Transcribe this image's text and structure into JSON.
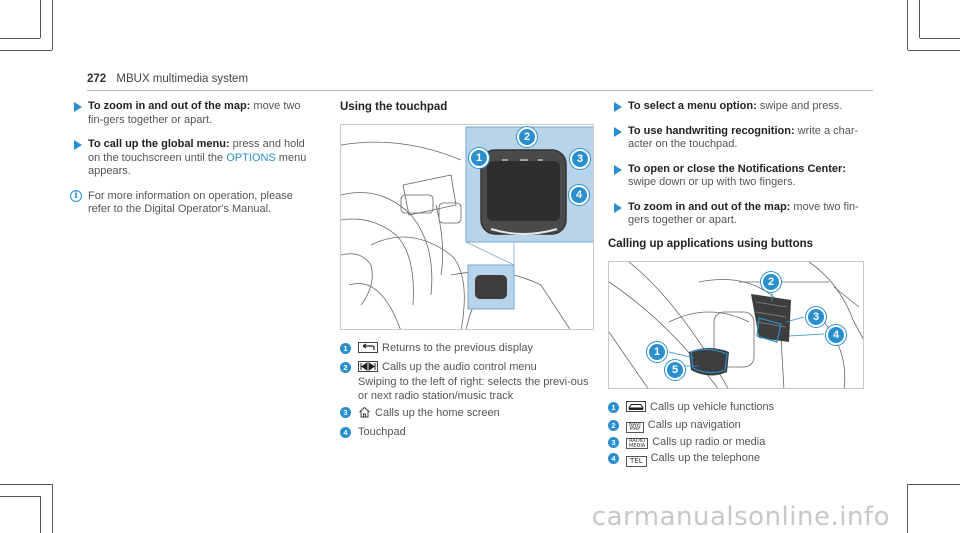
{
  "header": {
    "page_number": "272",
    "title": "MBUX multimedia system"
  },
  "col1": {
    "step1": {
      "bold": "To zoom in and out of the map:",
      "text": " move two fin-gers together or apart."
    },
    "step2": {
      "bold": "To call up the global menu:",
      "text_a": " press and hold on the touchscreen until the ",
      "accent": "OPTIONS",
      "text_b": " menu appears."
    },
    "note": "For more information on operation, please refer to the Digital Operator's Manual."
  },
  "col2": {
    "heading": "Using the touchpad",
    "callouts": [
      "1",
      "2",
      "3",
      "4"
    ],
    "legend": [
      {
        "num": "1",
        "text": "Returns to the previous display"
      },
      {
        "num": "2",
        "text": "Calls up the audio control menu",
        "extra": "Swiping to the left of right: selects the previ-ous or next radio station/music track"
      },
      {
        "num": "3",
        "text": "Calls up the home screen"
      },
      {
        "num": "4",
        "text": "Touchpad"
      }
    ]
  },
  "col3": {
    "step1": {
      "bold": "To select a menu option:",
      "text": " swipe and press."
    },
    "step2": {
      "bold": "To use handwriting recognition:",
      "text": " write a char-acter on the touchpad."
    },
    "step3": {
      "bold": "To open or close the Notifications Center:",
      "text": " swipe down or up with two fingers."
    },
    "step4": {
      "bold": "To zoom in and out of the map:",
      "text": " move two fin-gers together or apart."
    },
    "heading": "Calling up applications using buttons",
    "callouts": [
      "1",
      "2",
      "3",
      "4",
      "5"
    ],
    "legend": [
      {
        "num": "1",
        "text": "Calls up vehicle functions"
      },
      {
        "num": "2",
        "key_top": "NAVI",
        "key_bottom": "MAP",
        "text": "Calls up navigation"
      },
      {
        "num": "3",
        "key_top": "RADIO",
        "key_bottom": "MEDIA",
        "text": "Calls up radio or media"
      },
      {
        "num": "4",
        "key": "TEL",
        "text": "Calls up the telephone"
      }
    ]
  },
  "watermark": "carmanualsonline.info",
  "colors": {
    "accent": "#2a8fcf",
    "highlight": "#b8d4ea"
  }
}
